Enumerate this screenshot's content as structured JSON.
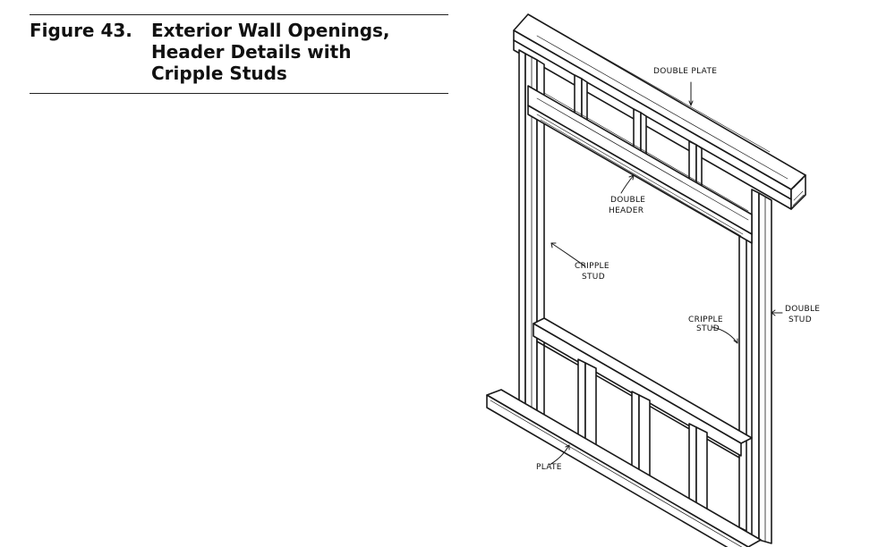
{
  "figure": {
    "number": "Figure 43.",
    "title_lines": [
      "Exterior Wall Openings,",
      "Header Details with",
      "Cripple Studs"
    ]
  },
  "labels": {
    "double_plate": "DOUBLE PLATE",
    "double_header": [
      "DOUBLE",
      "HEADER"
    ],
    "cripple_stud_left": [
      "CRIPPLE",
      "STUD"
    ],
    "cripple_stud_right": [
      "CRIPPLE",
      "STUD"
    ],
    "double_stud": [
      "DOUBLE",
      "STUD"
    ],
    "plate": "PLATE"
  }
}
